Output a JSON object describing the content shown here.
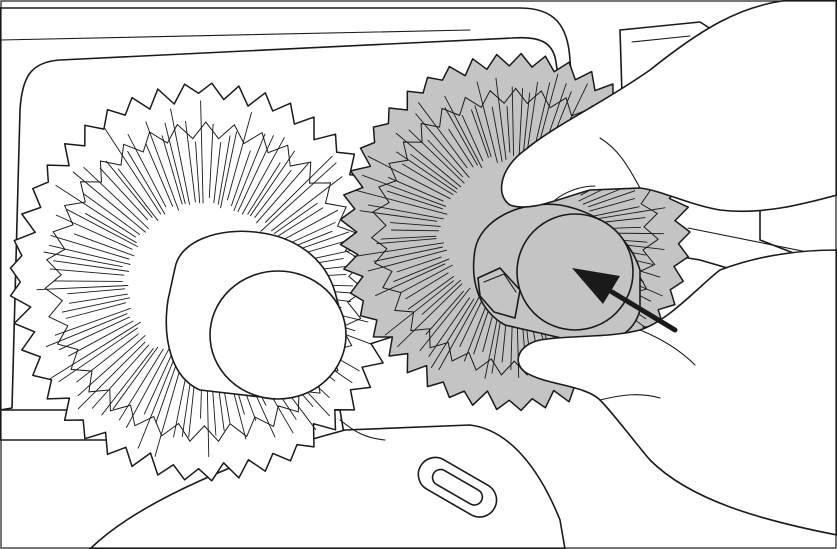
{
  "illustration": {
    "subject": "",
    "colors": {
      "outline": "#1a1a1a",
      "background": "#ffffff",
      "highlighted_part": "#c4c4c4",
      "frame": "#ffffff"
    },
    "parts": {
      "left_brush": {
        "icon": "bristle-brush-roller",
        "state": "installed",
        "highlighted": false
      },
      "right_brush": {
        "icon": "bristle-brush-roller",
        "state": "being-removed",
        "highlighted": true
      },
      "hand": {
        "icon": "hand-pinching",
        "grips": "right_brush"
      },
      "arrow": {
        "icon": "arrow-up-left",
        "direction": "up-left",
        "meaning": "pull out"
      },
      "slot": {
        "icon": "oblong-slot"
      }
    }
  }
}
